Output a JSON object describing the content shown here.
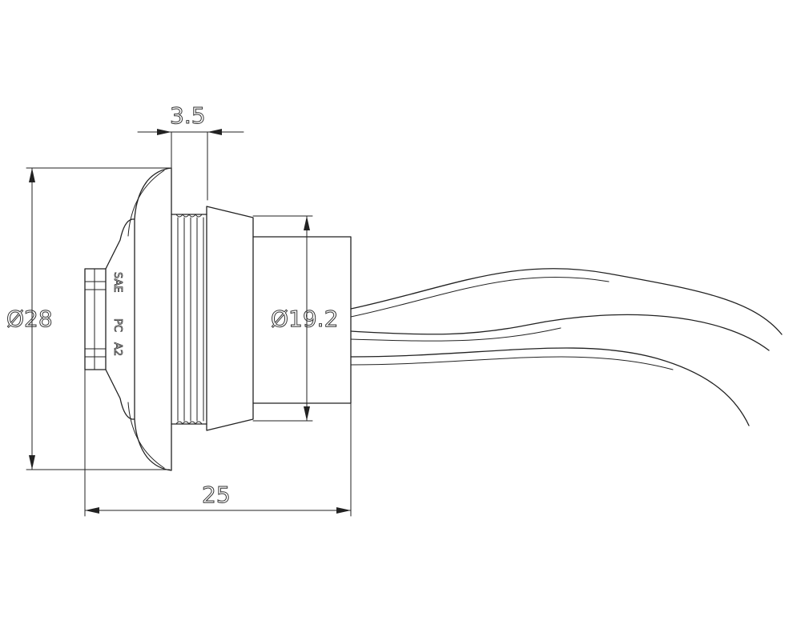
{
  "dimensions": {
    "flange_thickness": "3.5",
    "outer_diameter": "Ø28",
    "body_diameter": "Ø19.2",
    "overall_length": "25"
  },
  "markings": {
    "line1": "SAE",
    "line2": "PC",
    "line3": "A2"
  },
  "colors": {
    "line": "#222222",
    "background": "#ffffff"
  }
}
